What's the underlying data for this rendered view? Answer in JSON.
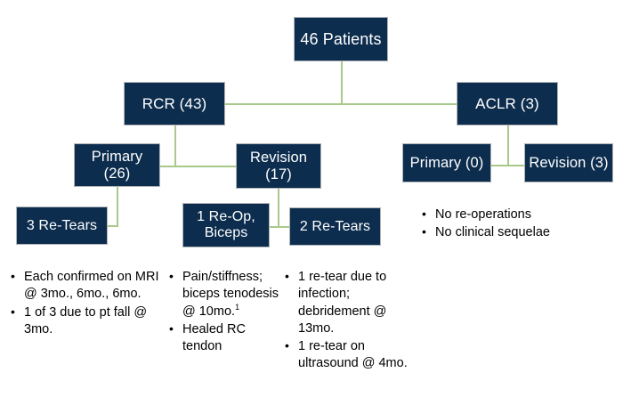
{
  "diagram": {
    "title_box": {
      "label": "46 Patients"
    },
    "level2": [
      {
        "name": "rcr",
        "label": "RCR (43)"
      },
      {
        "name": "aclr",
        "label": "ACLR (3)"
      }
    ],
    "level3": [
      {
        "name": "rcr-primary",
        "label": "Primary\n(26)"
      },
      {
        "name": "rcr-revision",
        "label": "Revision\n(17)"
      },
      {
        "name": "aclr-primary",
        "label": "Primary (0)"
      },
      {
        "name": "aclr-revision",
        "label": "Revision (3)"
      }
    ],
    "level4": [
      {
        "name": "primary-retears",
        "label": "3 Re-Tears"
      },
      {
        "name": "revision-reop",
        "label": "1 Re-Op,\nBiceps"
      },
      {
        "name": "revision-retears",
        "label": "2 Re-Tears"
      }
    ],
    "notes": {
      "primary_retears": [
        "Each confirmed on MRI @ 3mo., 6mo., 6mo.",
        "1 of 3 due to pt fall @ 3mo."
      ],
      "revision_reop": [
        {
          "text": "Pain/stiffness; biceps tenodesis @ 10mo.",
          "footnote": "1"
        },
        {
          "text": "Healed RC tendon",
          "footnote": ""
        }
      ],
      "revision_retears": [
        "1 re-tear due to infection; debridement @ 13mo.",
        "1 re-tear on ultrasound @ 4mo."
      ],
      "aclr": [
        "No re-operations",
        "No clinical sequelae"
      ]
    },
    "colors": {
      "box_fill": "#0d2d4e",
      "box_border": "#b0b4b8",
      "box_text": "#ffffff",
      "connector": "#a9c98a",
      "note_text": "#000000",
      "background": "#ffffff"
    }
  }
}
